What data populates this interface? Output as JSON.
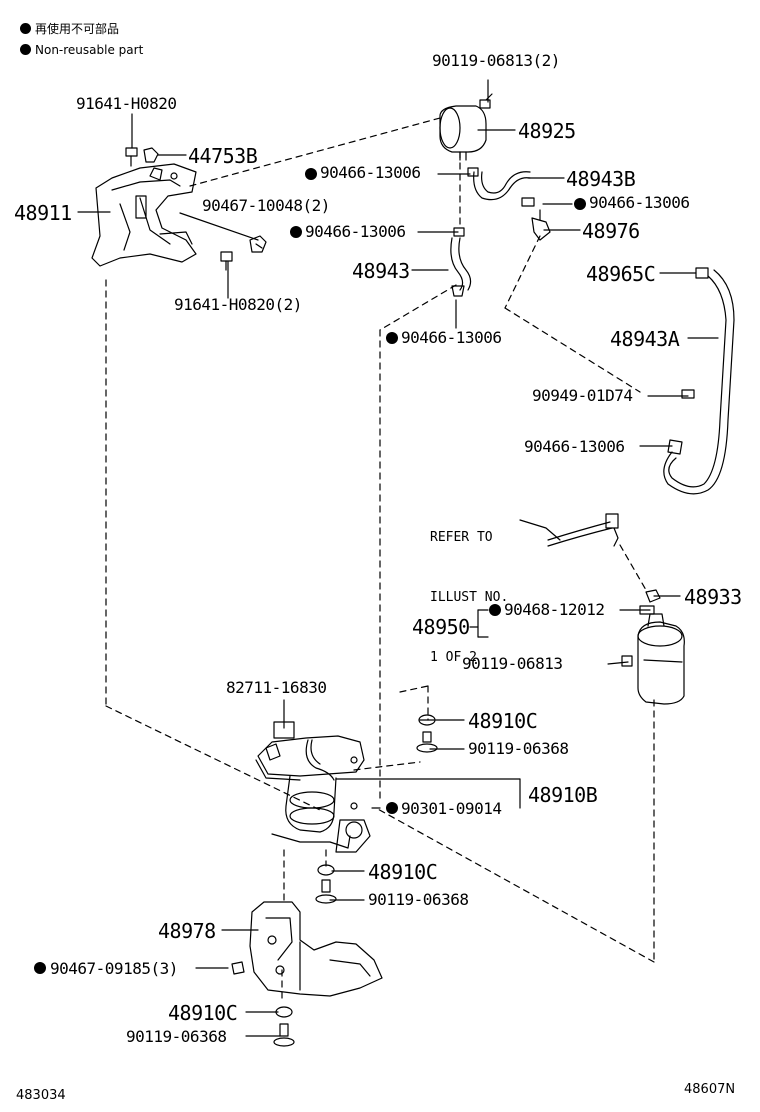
{
  "legend": {
    "jp": "再使用不可部品",
    "en": "Non-reusable part"
  },
  "labels": {
    "p91641_h0820": "91641-H0820",
    "p44753b": "44753B",
    "p48911": "48911",
    "p90467_10048": "90467-10048(2)",
    "p91641_h0820_2": "91641-H0820(2)",
    "p90119_06813_2": "90119-06813(2)",
    "p48925": "48925",
    "p90466_a": "90466-13006",
    "p48943b": "48943B",
    "p90466_b": "90466-13006",
    "p90466_c": "90466-13006",
    "p48976": "48976",
    "p48943": "48943",
    "p90466_d": "90466-13006",
    "p48965c": "48965C",
    "p48943a": "48943A",
    "p90949": "90949-01D74",
    "p90466_e": "90466-13006",
    "p48933": "48933",
    "p48950": "48950",
    "p90468": "90468-12012",
    "p90119_06813": "90119-06813",
    "p82711": "82711-16830",
    "p48910c_a": "48910C",
    "p90119_06368_a": "90119-06368",
    "p48910b": "48910B",
    "p90301": "90301-09014",
    "p48910c_b": "48910C",
    "p90119_06368_b": "90119-06368",
    "p48978": "48978",
    "p90467_09185": "90467-09185(3)",
    "p48910c_c": "48910C",
    "p90119_06368_c": "90119-06368"
  },
  "refer_note": {
    "line1": "REFER TO",
    "line2": "ILLUST NO.",
    "line3": "1 OF 2"
  },
  "codes": {
    "left": "483034",
    "right": "48607N"
  },
  "colors": {
    "ink": "#000000",
    "paper": "#ffffff"
  }
}
